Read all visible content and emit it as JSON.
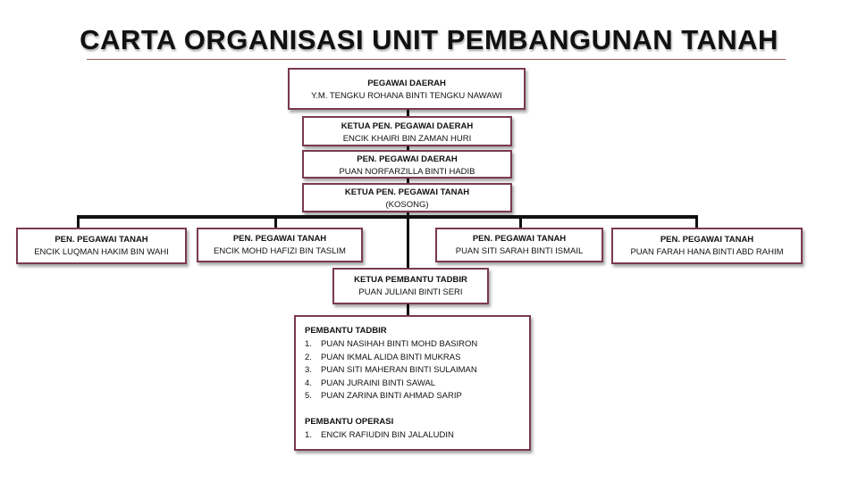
{
  "title": "CARTA ORGANISASI UNIT PEMBANGUNAN TANAH",
  "nodes": {
    "pegawai_daerah": {
      "role": "PEGAWAI DAERAH",
      "name": "Y.M. TENGKU ROHANA BINTI TENGKU NAWAWI"
    },
    "ketua_pen_pegawai_daerah": {
      "role": "KETUA PEN. PEGAWAI DAERAH",
      "name": "ENCIK KHAIRI BIN ZAMAN HURI"
    },
    "pen_pegawai_daerah": {
      "role": "PEN. PEGAWAI DAERAH",
      "name": "PUAN NORFARZILLA BINTI HADIB"
    },
    "ketua_pen_pegawai_tanah": {
      "role": "KETUA PEN. PEGAWAI TANAH",
      "name": "(KOSONG)"
    },
    "pen_pegawai_tanah_1": {
      "role": "PEN. PEGAWAI TANAH",
      "name": "ENCIK LUQMAN HAKIM BIN WAHI"
    },
    "pen_pegawai_tanah_2": {
      "role": "PEN. PEGAWAI TANAH",
      "name": "ENCIK MOHD HAFIZI BIN TASLIM"
    },
    "pen_pegawai_tanah_3": {
      "role": "PEN. PEGAWAI TANAH",
      "name": "PUAN SITI SARAH BINTI ISMAIL"
    },
    "pen_pegawai_tanah_4": {
      "role": "PEN. PEGAWAI TANAH",
      "name": "PUAN FARAH HANA BINTI ABD RAHIM"
    },
    "ketua_pembantu_tadbir": {
      "role": "KETUA PEMBANTU TADBIR",
      "name": "PUAN JULIANI BINTI SERI"
    }
  },
  "staff_box": {
    "pembantu_tadbir_heading": "PEMBANTU TADBIR",
    "pembantu_tadbir": [
      {
        "num": "1.",
        "name": "PUAN NASIHAH BINTI MOHD BASIRON"
      },
      {
        "num": "2.",
        "name": "PUAN IKMAL ALIDA BINTI MUKRAS"
      },
      {
        "num": "3.",
        "name": "PUAN SITI MAHERAN BINTI SULAIMAN"
      },
      {
        "num": "4.",
        "name": "PUAN JURAINI BINTI SAWAL"
      },
      {
        "num": "5.",
        "name": "PUAN ZARINA BINTI AHMAD SARIP"
      }
    ],
    "pembantu_operasi_heading": "PEMBANTU OPERASI",
    "pembantu_operasi": [
      {
        "num": "1.",
        "name": "ENCIK RAFIUDIN BIN JALALUDIN"
      }
    ]
  }
}
